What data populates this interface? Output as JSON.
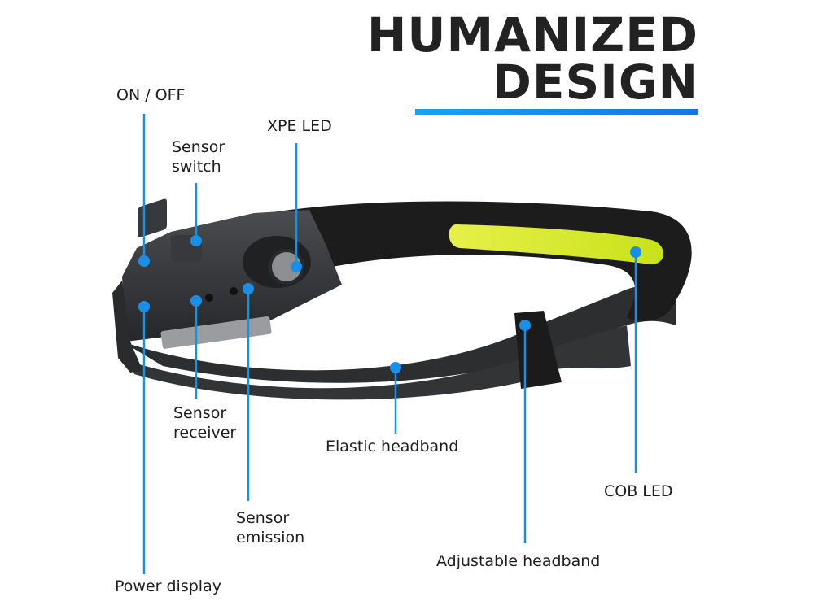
{
  "title": {
    "line1": "HUMANIZED",
    "line2": "DESIGN"
  },
  "accent_color": "#1a8fe8",
  "cob_color": "#d4ec2a",
  "callouts": {
    "on_off": "ON / OFF",
    "sensor_switch": [
      "Sensor",
      "switch"
    ],
    "xpe_led": "XPE LED",
    "power_display": "Power display",
    "sensor_receiver": [
      "Sensor",
      "receiver"
    ],
    "sensor_emission": [
      "Sensor",
      "emission"
    ],
    "elastic_headband": "Elastic headband",
    "adjustable_headband": "Adjustable headband",
    "cob_led": "COB LED"
  }
}
